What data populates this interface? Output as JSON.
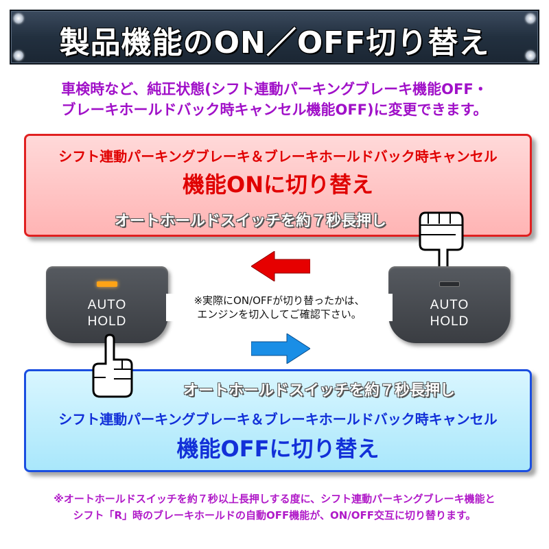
{
  "header": {
    "title": "製品機能のON／OFF切り替え"
  },
  "intro": {
    "line1": "車検時など、純正状態(シフト連動パーキングブレーキ機能OFF・",
    "line2": "ブレーキホールドバック時キャンセル機能OFF)に変更できます。"
  },
  "on_panel": {
    "subtitle": "シフト連動パーキングブレーキ＆ブレーキホールドバック時キャンセル",
    "headline": "機能ONに切り替え",
    "instruction": "オートホールドスイッチを約７秒長押し"
  },
  "off_panel": {
    "instruction": "オートホールドスイッチを約７秒長押し",
    "subtitle": "シフト連動パーキングブレーキ＆ブレーキホールドバック時キャンセル",
    "headline": "機能OFFに切り替え"
  },
  "buttons": {
    "left": {
      "line1": "AUTO",
      "line2": "HOLD",
      "lamp": "on"
    },
    "right": {
      "line1": "AUTO",
      "line2": "HOLD",
      "lamp": "off"
    }
  },
  "note": {
    "line1": "※実際にON/OFFが切り替ったかは、",
    "line2": "エンジンを切入してご確認下さい。"
  },
  "footer": {
    "line1": "※オートホールドスイッチを約７秒以上長押しする度に、シフト連動パーキングブレーキ機能と",
    "line2": "シフト「R」時のブレーキホールドの自動OFF機能が、ON/OFF交互に切り替ります。"
  },
  "colors": {
    "banner": "#22303f",
    "intro_text": "#a010c8",
    "on_accent": "#e00000",
    "off_accent": "#1230d8",
    "lamp_on": "#ffa316"
  },
  "icons": {
    "arrow_left": "red-arrow-left-icon",
    "arrow_right": "blue-arrow-right-icon",
    "hand": "pointing-hand-icon"
  }
}
